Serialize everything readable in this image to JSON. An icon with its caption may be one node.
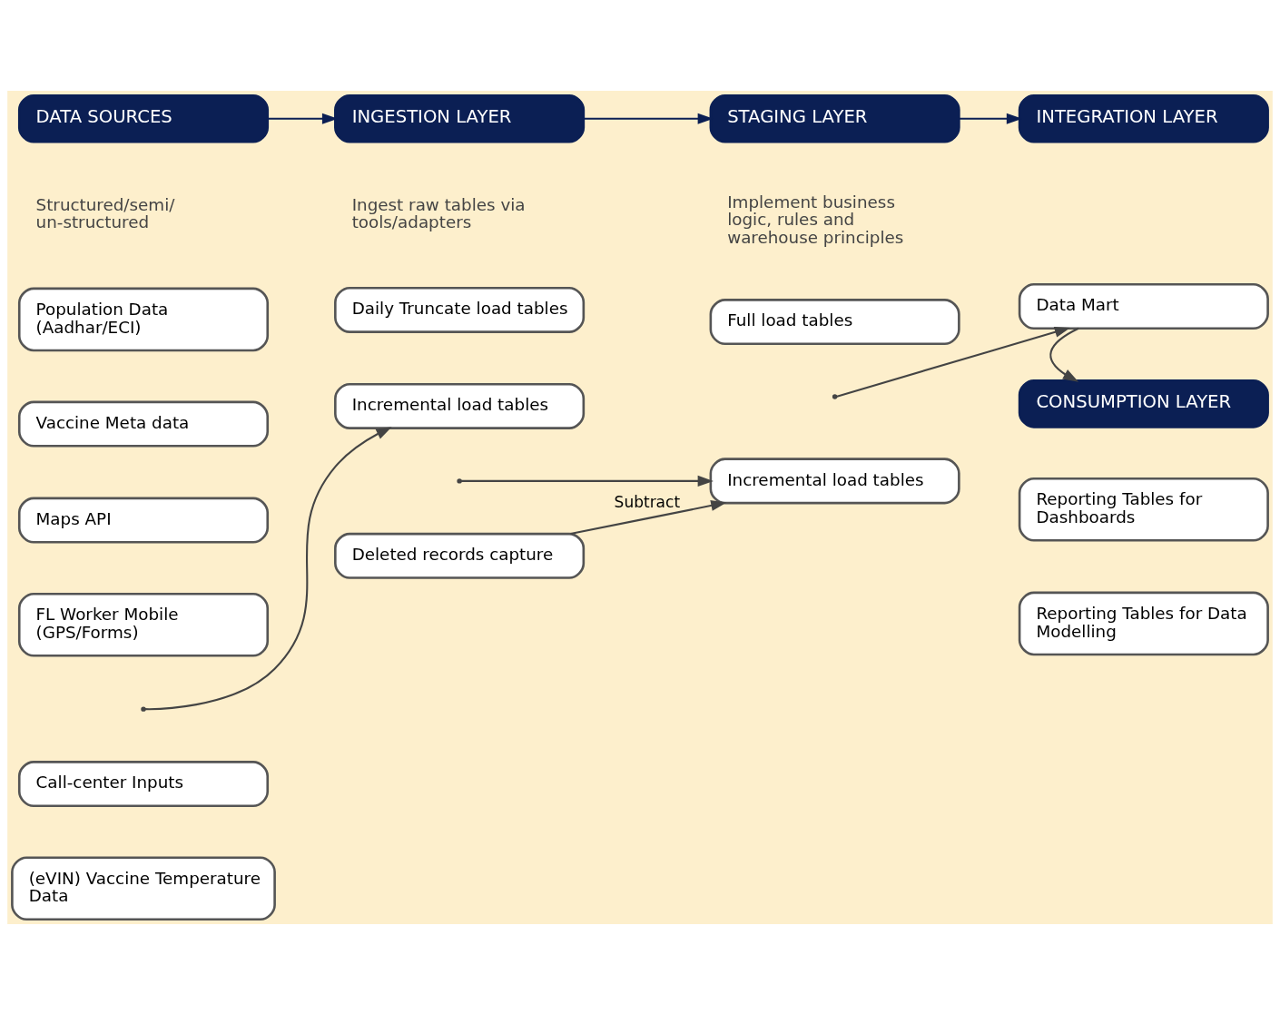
{
  "diagram": {
    "nodes": [
      {
        "text": [
          "DATA SOURCES"
        ]
      },
      {
        "text": [
          "INGESTION LAYER"
        ]
      },
      {
        "text": [
          "STAGING LAYER"
        ]
      },
      {
        "text": [
          "INTEGRATION LAYER"
        ]
      },
      {
        "text": [
          "Population Data (Aadhar/ECI)"
        ]
      },
      {
        "text": [
          "Vaccine Meta data"
        ]
      },
      {
        "text": [
          "Maps API"
        ]
      },
      {
        "text": [
          "FL Worker Mobile (GPS/Forms)"
        ]
      },
      {
        "text": [
          "Call-center Inputs"
        ]
      },
      {
        "text": [
          "(eVIN) Vaccine Temperature Data"
        ]
      },
      {
        "text": [
          "Daily Truncate load tables"
        ]
      },
      {
        "text": [
          "Incremental load tables"
        ]
      },
      {
        "text": [
          "Deleted records capture"
        ]
      },
      {
        "text": [
          "Full load tables"
        ]
      },
      {
        "text": [
          "Incremental load tables"
        ]
      },
      {
        "text": [
          "Data Mart"
        ]
      },
      {
        "text": [
          "CONSUMPTION LAYER"
        ]
      },
      {
        "text": [
          "Reporting Tables for Dashboards"
        ]
      },
      {
        "text": [
          "Reporting Tables for Data Modelling"
        ]
      }
    ],
    "edges": [
      {
        "from": 0,
        "to": 1,
        "arrow": "to"
      },
      {
        "from": 1,
        "to": 2,
        "arrow": "to"
      },
      {
        "from": 2,
        "to": 3,
        "arrow": "to"
      },
      {
        "from": null,
        "to": 11,
        "arrow": "to"
      },
      {
        "from": null,
        "to": 14,
        "arrow": "to"
      },
      {
        "from": null,
        "to": 15,
        "arrow": "to"
      },
      {
        "from": 12,
        "to": 14,
        "arrow": "to",
        "label": "Subtract"
      },
      {
        "from": 15,
        "to": 16,
        "arrow": "to"
      }
    ],
    "labels": [
      "Structured/semi/ un-structured",
      "Ingest raw tables via tools/adapters",
      "Implement business logic, rules and warehouse principles"
    ]
  }
}
